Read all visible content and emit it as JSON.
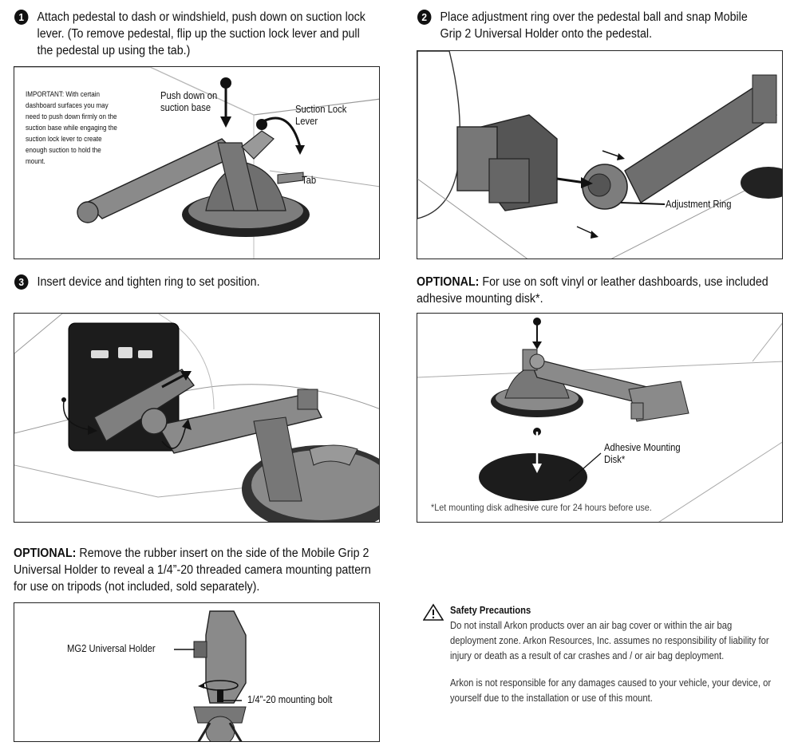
{
  "steps": [
    {
      "number": "1",
      "text": "Attach pedestal to dash or windshield, push down on suction lock lever. (To remove pedestal, flip up the suction lock lever and pull the pedestal up using the tab.)"
    },
    {
      "number": "2",
      "text": "Place adjustment ring over the pedestal ball and snap Mobile Grip 2 Universal Holder onto the pedestal."
    },
    {
      "number": "3",
      "text": "Insert device and tighten ring to set position."
    }
  ],
  "optional_disk": {
    "label": "OPTIONAL:",
    "text": "For use on soft vinyl or leather dashboards, use included adhesive mounting disk*."
  },
  "optional_tripod": {
    "label": "OPTIONAL:",
    "text": "Remove the rubber insert on the side of the Mobile Grip 2 Universal Holder to reveal a 1/4”-20 threaded camera mounting pattern for use on tripods (not included, sold separately)."
  },
  "panel1": {
    "important": "IMPORTANT: With certain dashboard surfaces you may need to push down firmly on the suction base while engaging the suction lock lever to create enough suction to hold the mount.",
    "push_label": "Push down on suction base",
    "lever_label": "Suction Lock Lever",
    "tab_label": "Tab"
  },
  "panel2": {
    "ring_label": "Adjustment Ring"
  },
  "panel_disk": {
    "disk_label": "Adhesive Mounting Disk*",
    "note": "*Let mounting disk adhesive cure for 24 hours before use."
  },
  "panel_tripod": {
    "holder_label": "MG2 Universal Holder",
    "bolt_label": "1/4”-20 mounting bolt"
  },
  "safety": {
    "title": "Safety Precautions",
    "para1": "Do not install Arkon products over an air bag cover or within the air bag deployment zone. Arkon Resources, Inc. assumes no responsibility of liability for injury or death as a result of car crashes and / or air bag deployment.",
    "para2": "Arkon is not responsible for any damages caused to your vehicle, your device, or yourself due to the installation or use of this mount."
  }
}
